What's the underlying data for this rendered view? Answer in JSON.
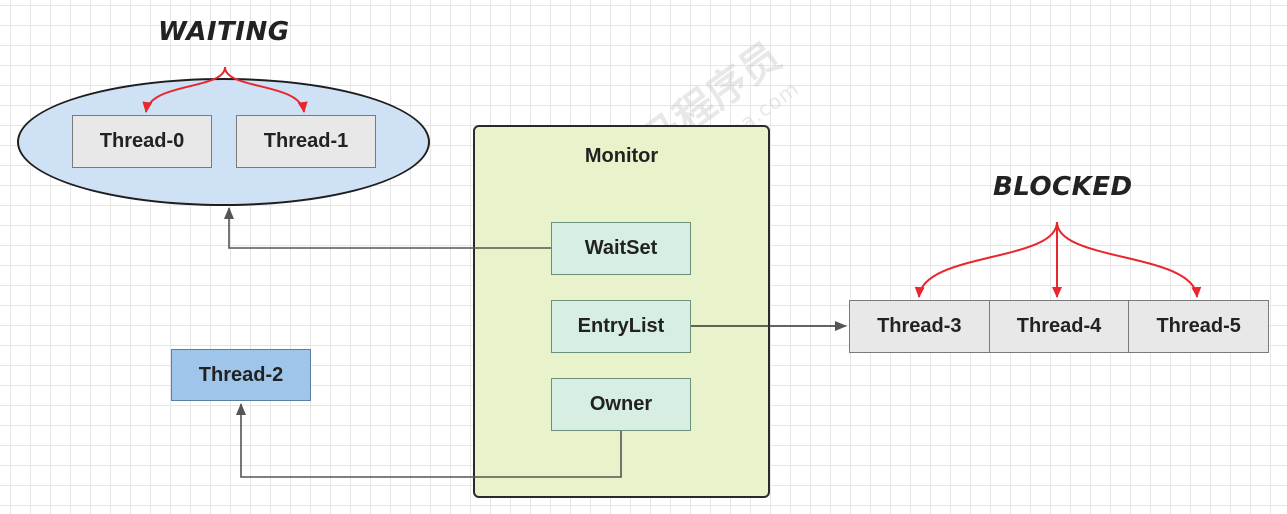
{
  "states": {
    "waiting": "WAITING",
    "blocked": "BLOCKED"
  },
  "waiting_set": {
    "threads": [
      "Thread-0",
      "Thread-1"
    ]
  },
  "running": {
    "thread": "Thread-2"
  },
  "monitor": {
    "title": "Monitor",
    "fields": {
      "waitset": "WaitSet",
      "entrylist": "EntryList",
      "owner": "Owner"
    }
  },
  "blocked_list": {
    "threads": [
      "Thread-3",
      "Thread-4",
      "Thread-5"
    ]
  },
  "watermark": {
    "mark": "黑马程序员",
    "url": "www.itheima.com"
  },
  "colors": {
    "waiting_fill": "#cfe2f5",
    "monitor_fill": "#e8f3cb",
    "slot_fill": "#d7eee2",
    "thread_fill": "#e8e8e8",
    "active_thread_fill": "#9fc6ea",
    "state_arrow": "#e8262b",
    "connector": "#555555"
  }
}
